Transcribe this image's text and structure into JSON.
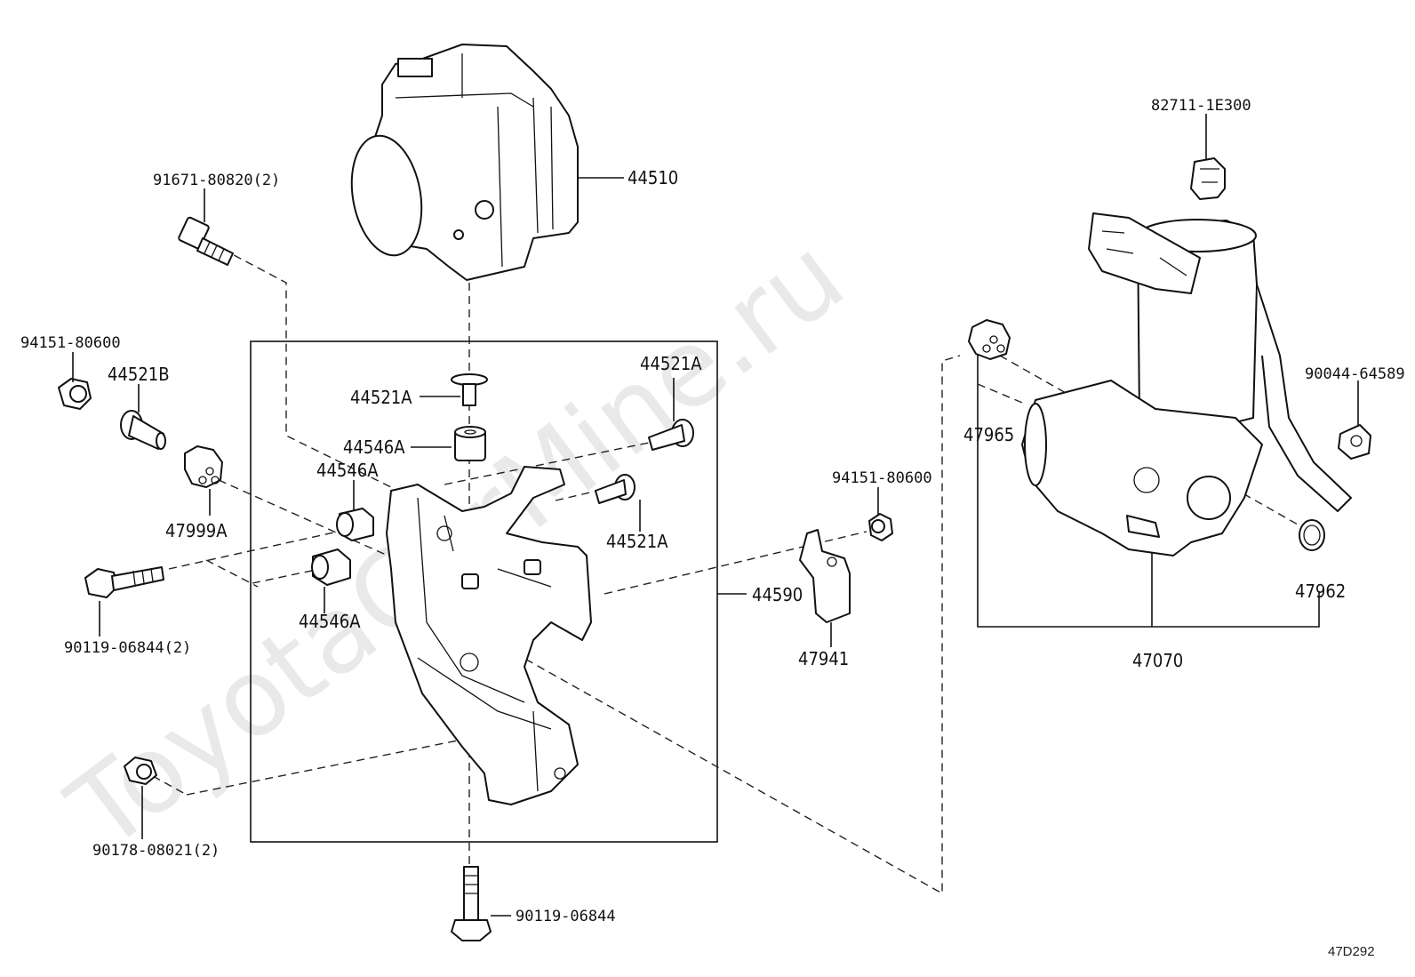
{
  "watermark": "ToyotaCarMine.ru",
  "diagram_ref": "47D292",
  "labels": {
    "p44510": "44510",
    "p91671": "91671-80820(2)",
    "p94151_left": "94151-80600",
    "p44521B": "44521B",
    "p47999A": "47999A",
    "p90119_left": "90119-06844(2)",
    "p90178": "90178-08021(2)",
    "p90119_bottom": "90119-06844",
    "p44521A_top": "44521A",
    "p44521A_right": "44521A",
    "p44521A_mid": "44521A",
    "p44546A_a": "44546A",
    "p44546A_b": "44546A",
    "p44546A_c": "44546A",
    "p44590": "44590",
    "p94151_right": "94151-80600",
    "p47941": "47941",
    "p82711": "82711-1E300",
    "p90044": "90044-64589",
    "p47965": "47965",
    "p47962": "47962",
    "p47070": "47070"
  }
}
